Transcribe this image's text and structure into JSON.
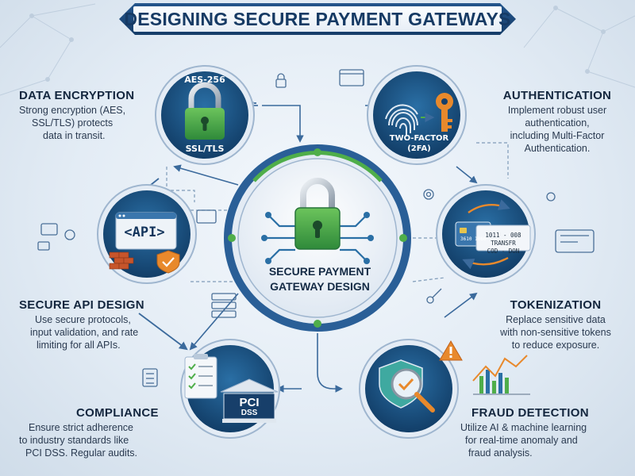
{
  "title": "DESIGNING SECURE PAYMENT GATEWAYS",
  "center": {
    "label_line1": "SECURE PAYMENT",
    "label_line2": "GATEWAY DESIGN",
    "icon": "padlock-circuit-icon"
  },
  "sections": {
    "encryption": {
      "heading": "DATA ENCRYPTION",
      "lines": [
        "Strong encryption (AES,",
        "SSL/TLS) protects",
        "data in transit."
      ],
      "badge_top": "AES-256",
      "badge_bottom": "SSL/TLS",
      "icon": "padlock-icon"
    },
    "authentication": {
      "heading": "AUTHENTICATION",
      "lines": [
        "Implement robust user",
        "authentication,",
        "including Multi-Factor",
        "Authentication."
      ],
      "badge_line1": "TWO-FACTOR",
      "badge_line2": "(2FA)",
      "icon": "fingerprint-key-icon"
    },
    "api": {
      "heading": "SECURE API DESIGN",
      "lines": [
        "Use secure protocols,",
        "input validation, and rate",
        "limiting for all APIs."
      ],
      "badge": "<API>",
      "icon": "api-window-firewall-icon"
    },
    "tokenization": {
      "heading": "TOKENIZATION",
      "lines": [
        "Replace sensitive data",
        "with non-sensitive tokens",
        "to reduce exposure."
      ],
      "card_line1": "1011 - 008",
      "card_line2": "TRANSFR",
      "card_line3": "COD - DON",
      "card_number": "3610 1060",
      "icon": "token-card-icon"
    },
    "compliance": {
      "heading": "COMPLIANCE",
      "lines": [
        "Ensure strict adherence",
        "to industry standards like",
        "PCI DSS. Regular audits."
      ],
      "badge_big": "PCI",
      "badge_small": "DSS",
      "icon": "checklist-building-icon"
    },
    "fraud": {
      "heading": "FRAUD DETECTION",
      "lines": [
        "Utilize AI & machine learning",
        "for real-time anomaly and",
        "fraud analysis."
      ],
      "icon": "shield-magnifier-icon"
    }
  },
  "colors": {
    "navy": "#163d69",
    "teal": "#1f8a9a",
    "green": "#4fae4a",
    "orange": "#e8892c",
    "ring_blue": "#2a5f97"
  }
}
